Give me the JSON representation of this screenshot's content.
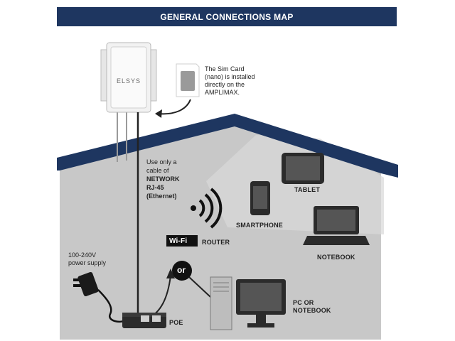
{
  "title": "GENERAL CONNECTIONS MAP",
  "device": {
    "brand": "ELSYS"
  },
  "sim_note": {
    "line1": "The Sim Card",
    "line2": "(nano) is installed",
    "line3": "directly on the",
    "line4": "AMPLIMAX."
  },
  "cable_note": {
    "line1": "Use only a",
    "line2": "cable of",
    "line3": "NETWORK",
    "line4": "RJ-45",
    "line5": "(Ethernet)"
  },
  "power_note": {
    "line1": "100-240V",
    "line2": "power supply"
  },
  "labels": {
    "wifi": "Wi-Fi",
    "router": "ROUTER",
    "or": "or",
    "poe": "POE",
    "tablet": "TABLET",
    "smartphone": "SMARTPHONE",
    "notebook": "NOTEBOOK",
    "pc_line1": "PC OR",
    "pc_line2": "NOTEBOOK"
  },
  "colors": {
    "title_bg": "#1e3660",
    "roof": "#1e3660",
    "house_wall": "#c8c8c8",
    "device_dark": "#2b2b2b",
    "sim_card": "#9a9a9a"
  }
}
